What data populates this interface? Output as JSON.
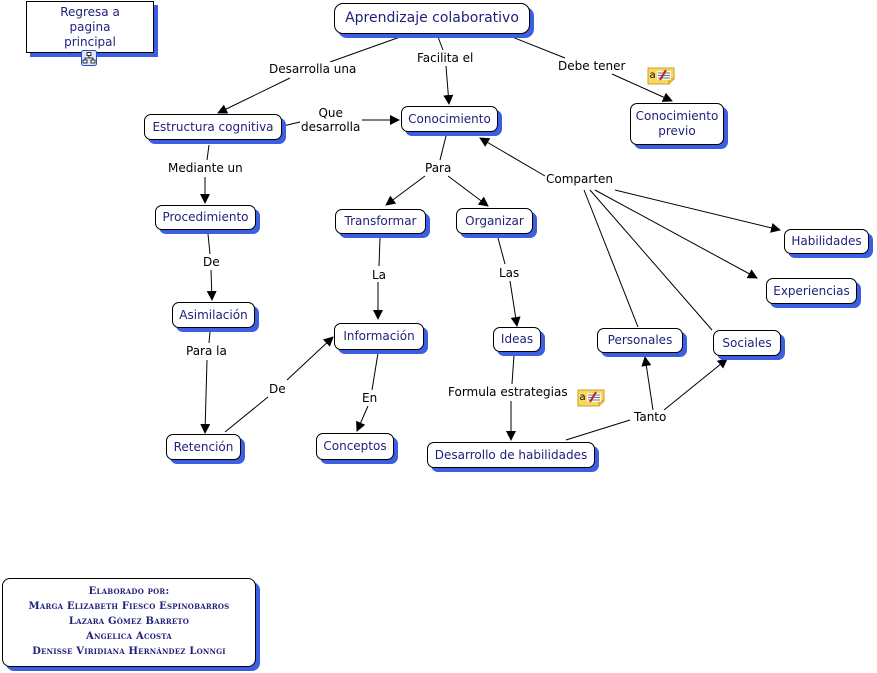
{
  "back_link": {
    "label": "Regresa a pagina principal",
    "lines": [
      "Regresa a",
      "pagina",
      "principal"
    ],
    "icon": "concept-map-icon"
  },
  "concepts": {
    "aprendizaje": "Aprendizaje colaborativo",
    "estructura": "Estructura cognitiva",
    "conocimiento": "Conocimiento",
    "previo": [
      "Conocimiento",
      "previo"
    ],
    "procedimiento": "Procedimiento",
    "transformar": "Transformar",
    "organizar": "Organizar",
    "asimilacion": "Asimilación",
    "informacion": "Información",
    "ideas": "Ideas",
    "retencion": "Retención",
    "conceptos": "Conceptos",
    "desarrollo": "Desarrollo de habilidades",
    "habilidades": "Habilidades",
    "experiencias": "Experiencias",
    "personales": "Personales",
    "sociales": "Sociales"
  },
  "linking_phrases": {
    "desarrolla_una": "Desarrolla una",
    "facilita_el": "Facilita el",
    "debe_tener": "Debe tener",
    "que_desarrolla": [
      "Que",
      "desarrolla"
    ],
    "mediante_un": "Mediante un",
    "para": "Para",
    "comparten": "Comparten",
    "de_1": "De",
    "la": "La",
    "las": "Las",
    "para_la": "Para la",
    "de_2": "De",
    "en": "En",
    "formula_estrategias": "Formula estrategias",
    "tanto": "Tanto"
  },
  "icons": {
    "note": "annotation-note-icon"
  },
  "credits": {
    "heading": "Elaborado por:",
    "authors": [
      "Marga Elizabeth Fiesco Espinobarros",
      "Lazara Gómez Barreto",
      "Angelica Acosta",
      "Denisse Viridiana Hernández Lonngi"
    ]
  },
  "colors": {
    "node_text": "#1f1f7a",
    "node_shadow": "#3b5fe0",
    "line": "#000000",
    "note_bg": "#f8d862"
  }
}
